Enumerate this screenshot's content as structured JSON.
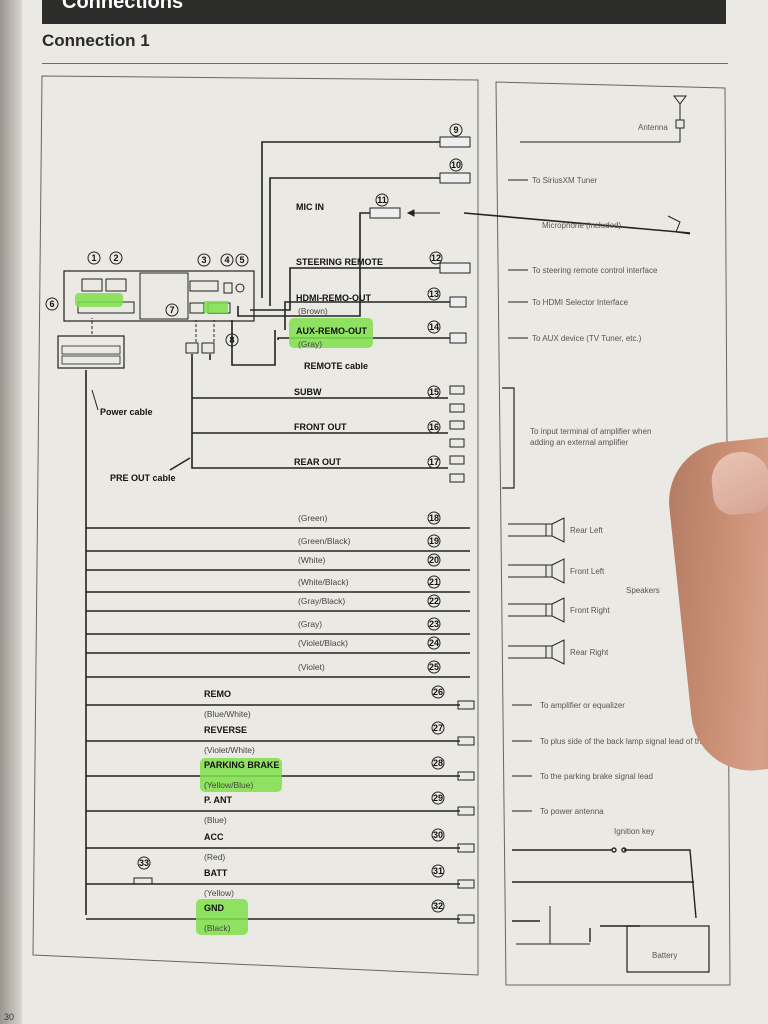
{
  "header": {
    "title": "Connections"
  },
  "section_title": "Connection 1",
  "page_number": "30",
  "unit_labels": {
    "power_cable": "Power cable",
    "pre_out_cable": "PRE OUT cable",
    "remote_cable": "REMOTE cable",
    "mic_in": "MIC IN",
    "connector_numbers": [
      "1",
      "2",
      "3",
      "4",
      "5",
      "6",
      "7",
      "8",
      "9",
      "10",
      "11",
      "33"
    ]
  },
  "top_outputs": [
    {
      "num": "9",
      "label": "",
      "color": "",
      "dest": "Antenna"
    },
    {
      "num": "10",
      "label": "",
      "color": "",
      "dest": "To SiriusXM Tuner"
    },
    {
      "num": "11",
      "label": "",
      "color": "",
      "dest": "Microphone (included)"
    },
    {
      "num": "12",
      "label": "STEERING REMOTE",
      "color": "",
      "dest": "To steering remote control interface"
    },
    {
      "num": "13",
      "label": "HDMI-REMO-OUT",
      "color": "(Brown)",
      "dest": "To HDMI Selector Interface"
    },
    {
      "num": "14",
      "label": "AUX-REMO-OUT",
      "color": "(Gray)",
      "dest": "To AUX device (TV Tuner, etc.)"
    }
  ],
  "preout": [
    {
      "num": "15",
      "label": "SUBW"
    },
    {
      "num": "16",
      "label": "FRONT OUT"
    },
    {
      "num": "17",
      "label": "REAR OUT"
    }
  ],
  "preout_dest": [
    "To input terminal of amplifier when",
    "adding an external amplifier"
  ],
  "speaker_wires": [
    {
      "num": "18",
      "color": "(Green)"
    },
    {
      "num": "19",
      "color": "(Green/Black)"
    },
    {
      "num": "20",
      "color": "(White)"
    },
    {
      "num": "21",
      "color": "(White/Black)"
    },
    {
      "num": "22",
      "color": "(Gray/Black)"
    },
    {
      "num": "23",
      "color": "(Gray)"
    },
    {
      "num": "24",
      "color": "(Violet/Black)"
    },
    {
      "num": "25",
      "color": "(Violet)"
    }
  ],
  "speakers": {
    "group_label": "Speakers",
    "items": [
      "Rear Left",
      "Front Left",
      "Front Right",
      "Rear Right"
    ]
  },
  "power_wires": [
    {
      "num": "26",
      "label": "REMO",
      "color": "(Blue/White)",
      "dest": "To amplifier or equalizer"
    },
    {
      "num": "27",
      "label": "REVERSE",
      "color": "(Violet/White)",
      "dest": "To plus side of the back lamp signal lead of the car"
    },
    {
      "num": "28",
      "label": "PARKING BRAKE",
      "color": "(Yellow/Blue)",
      "dest": "To the parking brake signal lead"
    },
    {
      "num": "29",
      "label": "P. ANT",
      "color": "(Blue)",
      "dest": "To power antenna"
    },
    {
      "num": "30",
      "label": "ACC",
      "color": "(Red)",
      "dest": "Ignition key"
    },
    {
      "num": "31",
      "label": "BATT",
      "color": "(Yellow)",
      "dest": ""
    },
    {
      "num": "32",
      "label": "GND",
      "color": "(Black)",
      "dest": ""
    }
  ],
  "battery_label": "Battery",
  "highlight_color": "#7fe04a"
}
